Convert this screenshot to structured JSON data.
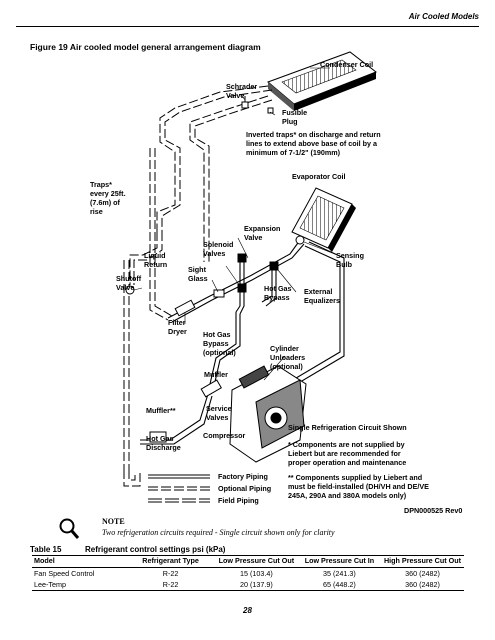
{
  "header": {
    "section": "Air Cooled Models"
  },
  "figure": {
    "title": "Figure 19  Air cooled model general arrangement diagram",
    "labels": {
      "condenser_coil": "Condenser Coil",
      "schrader_valve": "Schrader\nValve",
      "fusible_plug": "Fusible\nPlug",
      "inverted_traps": "Inverted traps* on discharge and return\nlines to extend above base of coil by a\nminimum of 7-1/2\" (190mm)",
      "traps": "Traps*\nevery 25ft.\n(7.6m) of\nrise",
      "evaporator_coil": "Evaporator Coil",
      "expansion_valve": "Expansion\nValve",
      "solenoid_valves": "Solenoid\nValves",
      "liquid_return": "Liquid\nReturn",
      "sensing_bulb": "Sensing\nBulb",
      "sight_glass": "Sight\nGlass",
      "shutoff_valve": "Shutoff\nValve",
      "hot_gas_bypass": "Hot Gas\nBypass",
      "external_equalizers": "External\nEqualizers",
      "filter_dryer": "Filter\nDryer",
      "hot_gas_bypass_optional": "Hot Gas\nBypass\n(optional)",
      "cylinder_unloaders": "Cylinder\nUnloaders\n(optional)",
      "muffler": "Muffler",
      "muffler_2": "Muffler**",
      "service_valves": "Service\nValves",
      "compressor": "Compressor",
      "hot_gas_discharge": "Hot Gas\nDischarge",
      "single_circuit": "Single Refrigeration Circuit Shown",
      "footnote_1": "* Components are not supplied by\nLiebert but are recommended for\nproper operation and maintenance",
      "footnote_2": "** Components supplied by Liebert and\nmust be field-installed (DH/VH and DE/VE\n245A, 290A and 380A models only)",
      "dpn": "DPN000525 Rev0"
    },
    "legend": {
      "factory": "Factory Piping",
      "optional": "Optional Piping",
      "field": "Field Piping"
    }
  },
  "note": {
    "heading": "NOTE",
    "text": "Two refrigeration circuits required - Single circuit shown only for clarity"
  },
  "table": {
    "number": "Table 15",
    "title": "Refrigerant control settings psi (kPa)",
    "headers": [
      "Model",
      "Refrigerant Type",
      "Low Pressure Cut Out",
      "Low Pressure Cut In",
      "High Pressure Cut Out"
    ],
    "rows": [
      [
        "Fan Speed Control",
        "R-22",
        "15 (103.4)",
        "35 (241.3)",
        "360 (2482)"
      ],
      [
        "Lee-Temp",
        "R-22",
        "20 (137.9)",
        "65 (448.2)",
        "360 (2482)"
      ]
    ]
  },
  "page_number": "28"
}
